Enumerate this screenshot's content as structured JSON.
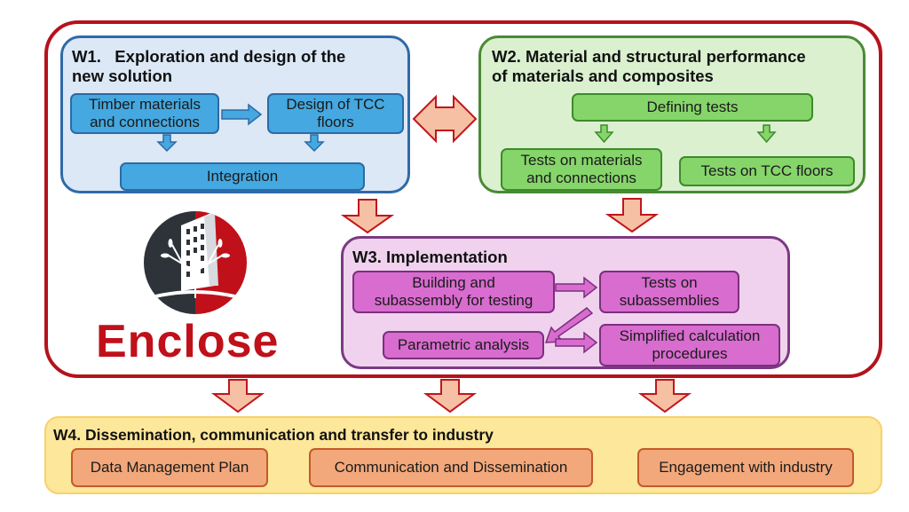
{
  "colors": {
    "outer_frame": "#b5121b",
    "w1_bg": "#dce8f6",
    "w1_border": "#2f6aa8",
    "w1_box": "#45a8e0",
    "w2_bg": "#daf0cf",
    "w2_border": "#4a8a34",
    "w2_box": "#86d56b",
    "w3_bg": "#f0d2ee",
    "w3_border": "#7b3a82",
    "w3_box": "#d86ccf",
    "w4_bg": "#fde79a",
    "w4_box": "#f3a87b",
    "big_arrow_fill": "#f6c0a4",
    "big_arrow_stroke": "#c0161c",
    "logo_red": "#c0101a",
    "logo_dark": "#2e3339"
  },
  "w1": {
    "title_line1": "W1.   Exploration and design of the",
    "title_line2": "new solution",
    "boxes": {
      "timber_line1": "Timber materials",
      "timber_line2": "and connections",
      "design_line1": "Design of TCC",
      "design_line2": "floors",
      "integration": "Integration"
    }
  },
  "w2": {
    "title_line1": "W2. Material and structural performance",
    "title_line2": "of materials and composites",
    "boxes": {
      "defining": "Defining tests",
      "materials_line1": "Tests on materials",
      "materials_line2": "and connections",
      "floors": "Tests on TCC floors"
    }
  },
  "w3": {
    "title": "W3. Implementation",
    "boxes": {
      "building_line1": "Building and",
      "building_line2": "subassembly for testing",
      "tests_line1": "Tests on",
      "tests_line2": "subassemblies",
      "parametric": "Parametric analysis",
      "simplified_line1": "Simplified calculation",
      "simplified_line2": "procedures"
    }
  },
  "w4": {
    "title": "W4. Dissemination, communication and transfer to industry",
    "boxes": [
      "Data Management Plan",
      "Communication and Dissemination",
      "Engagement with industry"
    ]
  },
  "logo": {
    "name": "Enclose",
    "icon": "building-tree-icon"
  }
}
